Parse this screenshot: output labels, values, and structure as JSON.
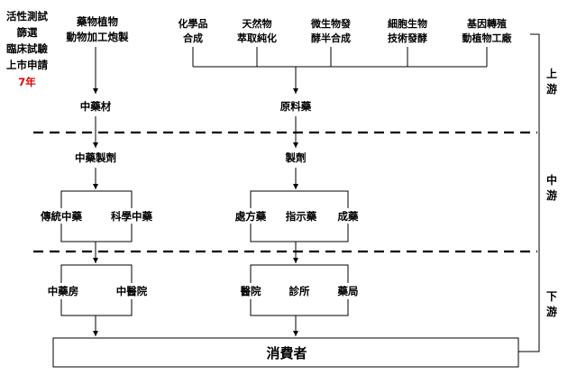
{
  "side_note": {
    "lines": [
      "活性測試",
      "篩選",
      "臨床試驗",
      "上市申請"
    ],
    "years": "7年",
    "years_color": "#e00000"
  },
  "stages": {
    "upstream": [
      "上",
      "游"
    ],
    "midstream": [
      "中",
      "游"
    ],
    "downstream": [
      "下",
      "游"
    ]
  },
  "herbal": {
    "source": [
      "藥物植物",
      "動物加工炮製"
    ],
    "material": "中藥材",
    "preparation": "中藥製劑",
    "products": [
      "傳統中藥",
      "科學中藥"
    ],
    "outlets": [
      "中藥房",
      "中醫院"
    ]
  },
  "western": {
    "sources": [
      [
        "化學品",
        "合成"
      ],
      [
        "天然物",
        "萃取純化"
      ],
      [
        "微生物發",
        "酵半合成"
      ],
      [
        "細胞生物",
        "技術發酵"
      ],
      [
        "基因轉殖",
        "動植物工廠"
      ]
    ],
    "material": "原料藥",
    "preparation": "製劑",
    "products": [
      "處方藥",
      "指示藥",
      "成藥"
    ],
    "outlets": [
      "醫院",
      "診所",
      "藥局"
    ]
  },
  "consumer": "消費者"
}
